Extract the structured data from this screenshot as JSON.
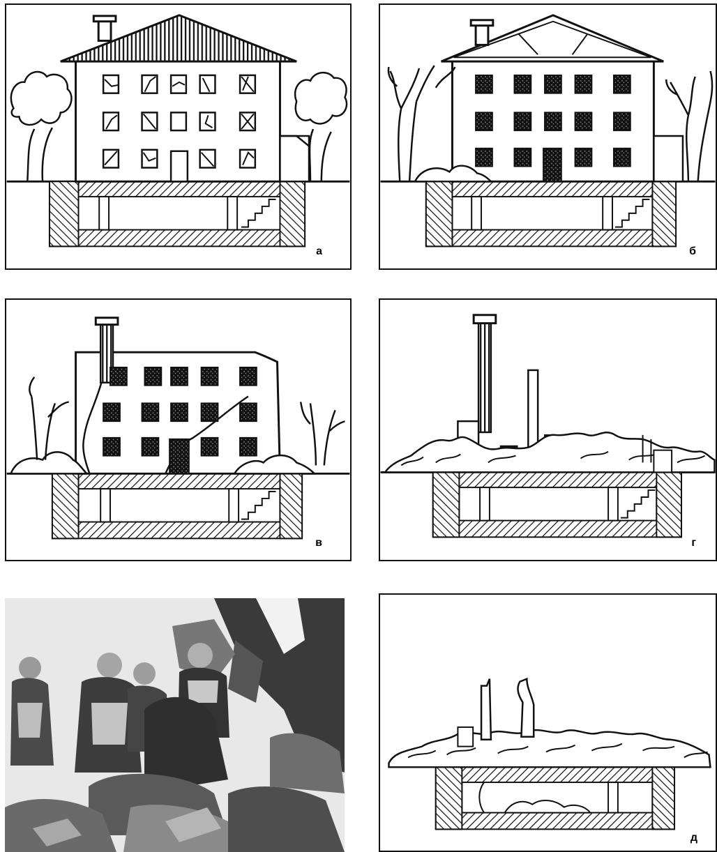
{
  "panels": [
    {
      "key": "a",
      "label": "а",
      "state": "weak damage (cracked windows, intact roof)"
    },
    {
      "key": "b",
      "label": "б",
      "state": "medium damage (roof frame exposed, windows blown out)"
    },
    {
      "key": "v",
      "label": "в",
      "state": "heavy damage (roof gone, walls cracked, debris)"
    },
    {
      "key": "g",
      "label": "г",
      "state": "full destruction (ruins, chimneys standing)"
    },
    {
      "key": "d",
      "label": "д",
      "state": "flattened rubble over basement shelter"
    }
  ],
  "photo": {
    "icon": "rescue-workers-photo"
  },
  "colors": {
    "ink": "#111111",
    "paper": "#ffffff",
    "photo_sky": "#e6e6e6"
  }
}
